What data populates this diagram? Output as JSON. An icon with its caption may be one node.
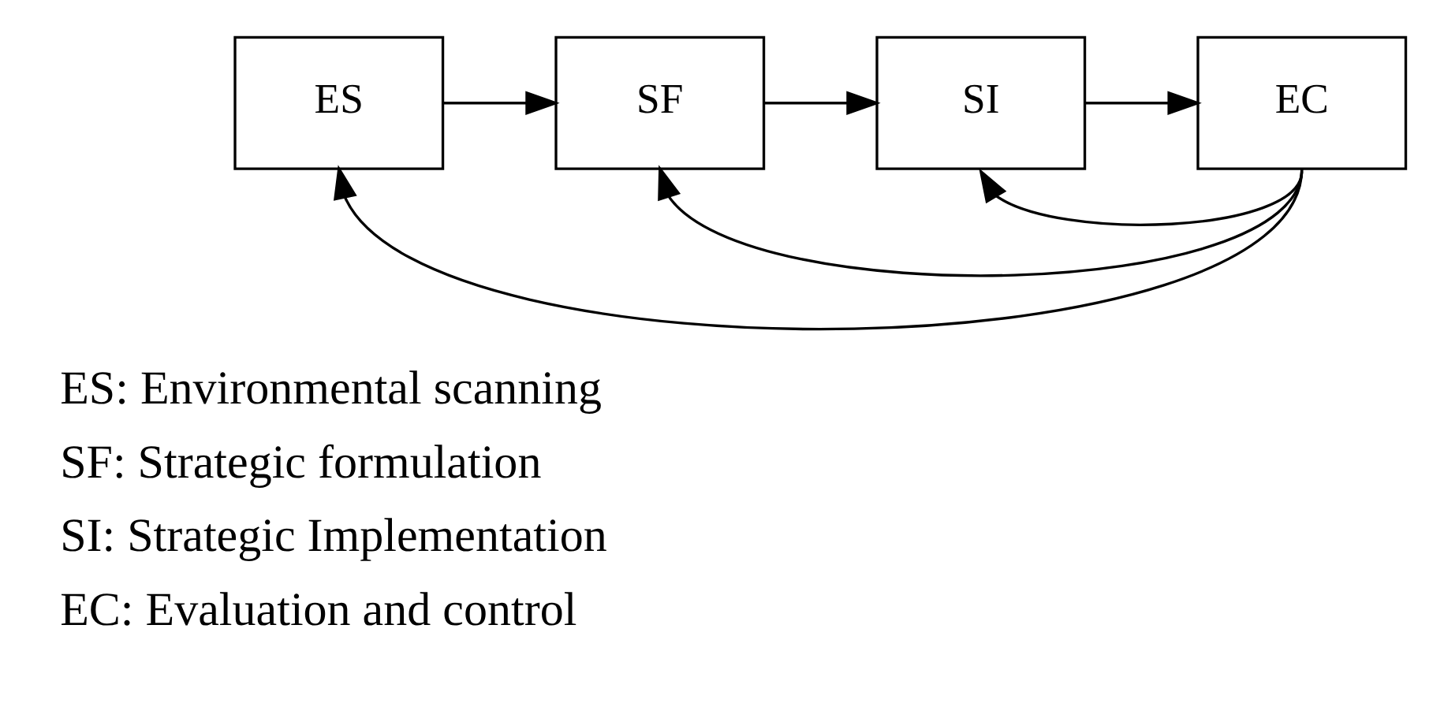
{
  "diagram": {
    "nodes": [
      {
        "text": [
          "ES"
        ]
      },
      {
        "text": [
          "SF"
        ]
      },
      {
        "text": [
          "SI"
        ]
      },
      {
        "text": [
          "EC"
        ]
      }
    ],
    "edges": [
      {
        "from": 0,
        "to": 1,
        "arrow": "to"
      },
      {
        "from": 1,
        "to": 2,
        "arrow": "to"
      },
      {
        "from": 2,
        "to": 3,
        "arrow": "to"
      },
      {
        "from": 3,
        "to": 0,
        "arrow": "to"
      },
      {
        "from": 3,
        "to": 1,
        "arrow": "to"
      },
      {
        "from": 3,
        "to": 2,
        "arrow": "to"
      }
    ],
    "labels": [
      "ES: Environmental scanning",
      "SF: Strategic formulation",
      "SI: Strategic Implementation",
      "EC: Evaluation and control"
    ]
  }
}
